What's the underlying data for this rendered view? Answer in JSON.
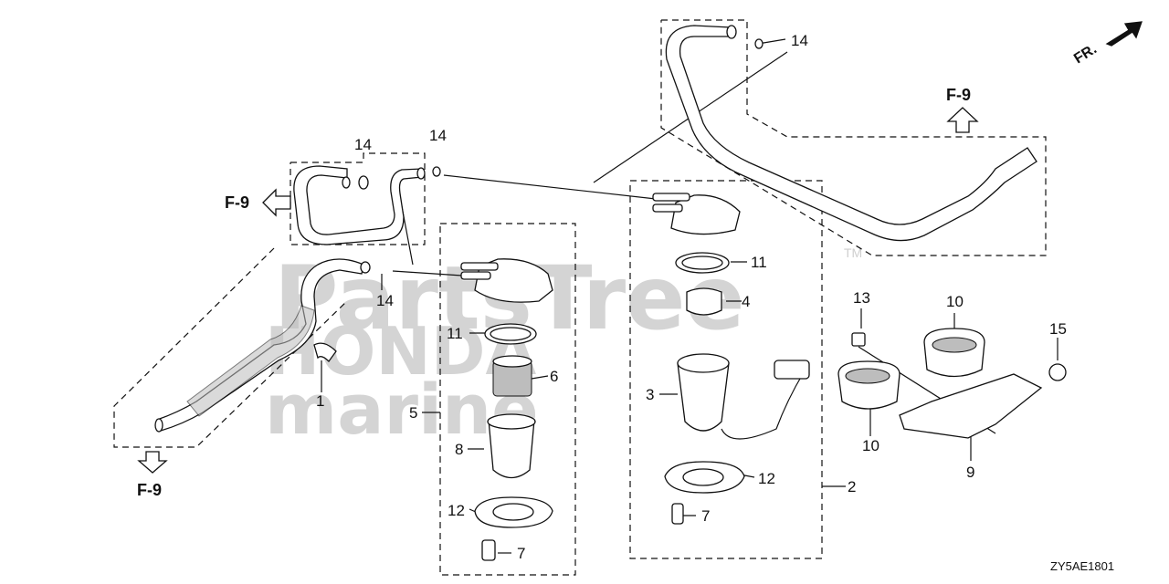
{
  "watermark": {
    "top": "PartsTree",
    "mid": "HONDA",
    "bottom": "marine",
    "trademark": "TM"
  },
  "direction": {
    "front_label": "FR."
  },
  "diagram_code": "ZY5AE1801",
  "ref_labels": {
    "left": "F-9",
    "bottom_left": "F-9",
    "top_right": "F-9"
  },
  "callouts": {
    "c14a": "14",
    "c14b": "14",
    "c14c": "14",
    "c14d": "14",
    "c11a": "11",
    "c11b": "11",
    "c1": "1",
    "c2": "2",
    "c3": "3",
    "c4": "4",
    "c5": "5",
    "c6": "6",
    "c7a": "7",
    "c7b": "7",
    "c8": "8",
    "c9": "9",
    "c10a": "10",
    "c10b": "10",
    "c12a": "12",
    "c12b": "12",
    "c13": "13",
    "c15": "15"
  }
}
